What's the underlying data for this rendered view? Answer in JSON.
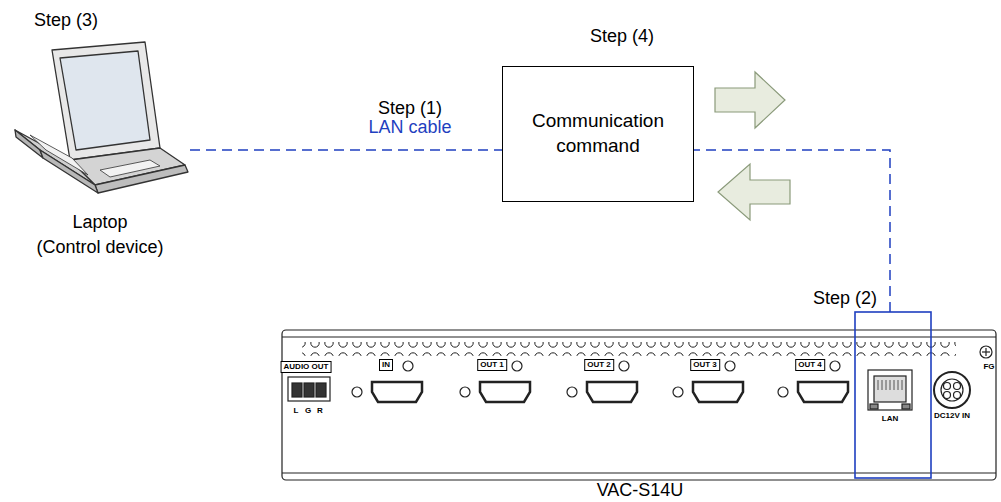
{
  "diagram": {
    "nodes": [
      {
        "text": [
          "Communication command"
        ]
      }
    ],
    "labels": [
      "Step (3)",
      "Step (4)",
      "Step (1)",
      "LAN cable",
      "Laptop",
      "(Control device)",
      "Step (2)",
      "AUDIO OUT",
      "L",
      "G",
      "R",
      "IN",
      "OUT 1",
      "OUT 2",
      "OUT 3",
      "OUT 4",
      "LAN",
      "DC12V IN",
      "FG",
      "VAC-S14U"
    ]
  }
}
